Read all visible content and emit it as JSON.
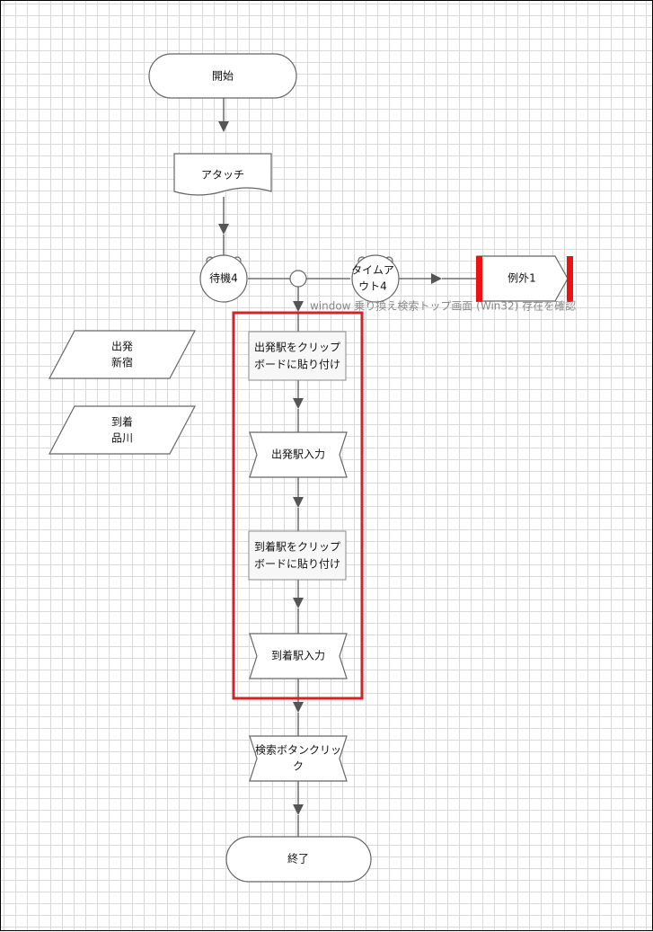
{
  "nodes": {
    "start": "開始",
    "attach": "アタッチ",
    "wait": "待機4",
    "timeout_line1": "タイムア",
    "timeout_line2": "ウト4",
    "exception": "例外1",
    "condition_note": "window 乗り換え検索トップ画面 (Win32) 存在を確認",
    "departure_line1": "出発",
    "departure_line2": "新宿",
    "arrival_line1": "到着",
    "arrival_line2": "品川",
    "clip1_line1": "出発駅をクリップ",
    "clip1_line2": "ボードに貼り付け",
    "input1": "出発駅入力",
    "clip2_line1": "到着駅をクリップ",
    "clip2_line2": "ボードに貼り付け",
    "input2": "到着駅入力",
    "search_line1": "検索ボタンクリッ",
    "search_line2": "ク",
    "end": "終了"
  },
  "colors": {
    "highlight": "#d1232a",
    "exception_bar": "#ee1111",
    "connector": "#555555",
    "grid": "#d9d9d9"
  }
}
